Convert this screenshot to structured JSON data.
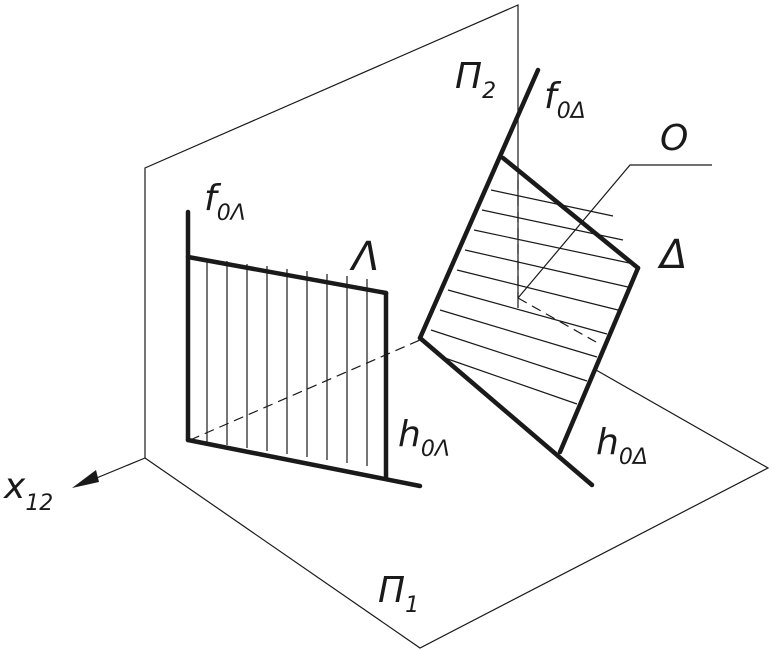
{
  "labels": {
    "plane_p2": {
      "main": "П",
      "sub": "2"
    },
    "plane_p1": {
      "main": "П",
      "sub": "1"
    },
    "axis_x": {
      "main": "x",
      "sub": "12"
    },
    "f0_lambda": {
      "main": "f",
      "sub": "0Λ"
    },
    "h0_lambda": {
      "main": "h",
      "sub": "0Λ"
    },
    "f0_delta": {
      "main": "f",
      "sub": "0Δ"
    },
    "h0_delta": {
      "main": "h",
      "sub": "0Δ"
    },
    "lambda": "Λ",
    "delta": "Δ",
    "point_o": "O"
  }
}
